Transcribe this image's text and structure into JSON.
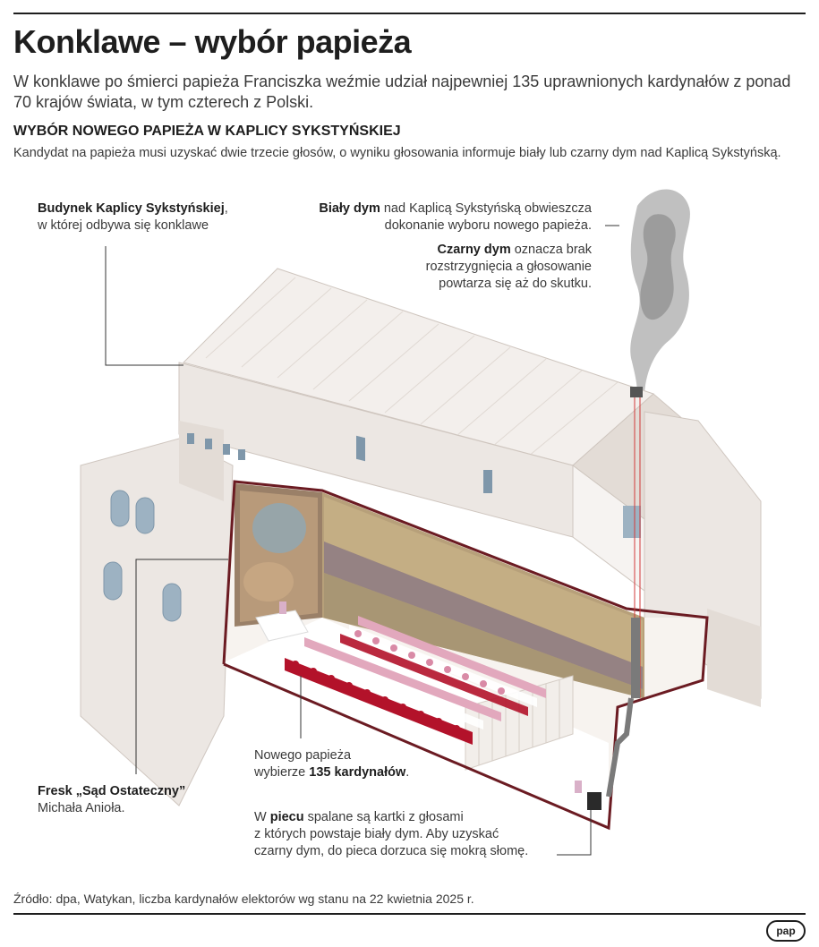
{
  "header": {
    "title": "Konklawe – wybór papieża",
    "lead": "W konklawe po śmierci papieża Franciszka weźmie udział najpewniej 135 uprawnionych kardynałów z ponad 70 krajów świata, w tym czterech z Polski."
  },
  "section": {
    "heading": "WYBÓR NOWEGO PAPIEŻA W KAPLICY SYKSTYŃSKIEJ",
    "text": "Kandydat na papieża musi uzyskać dwie trzecie głosów, o wyniku głosowania informuje biały lub czarny dym nad Kaplicą Sykstyńską."
  },
  "annotations": {
    "building": {
      "bold": "Budynek Kaplicy Sykstyńskiej",
      "line1_rest": ",",
      "line2": "w której odbywa się konklawe"
    },
    "white_smoke": {
      "bold": "Biały dym",
      "line1_rest": " nad Kaplicą Sykstyńską obwieszcza",
      "line2": "dokonanie wyboru nowego papieża."
    },
    "black_smoke": {
      "bold": "Czarny dym",
      "line1_rest": " oznacza brak",
      "line2": "rozstrzygnięcia a głosowanie",
      "line3": "powtarza się aż do skutku."
    },
    "fresco": {
      "bold": "Fresk „Sąd Ostateczny”",
      "line2": "Michała Anioła."
    },
    "cardinals": {
      "line1": "Nowego papieża",
      "line2_pre": "wybierze ",
      "bold": "135 kardynałów",
      "line2_post": "."
    },
    "stove": {
      "line1_pre": "W ",
      "bold": "piecu",
      "line1_post": " spalane są kartki z głosami",
      "line2": "z których powstaje biały dym. Aby uzyskać",
      "line3": "czarny dym, do pieca dorzuca się mokrą słomę."
    }
  },
  "footer": {
    "source": "Źródło: dpa, Watykan, liczba kardynałów elektorów wg stanu na 22 kwietnia 2025 r.",
    "logo_text": "pap"
  },
  "colors": {
    "text_dark": "#1e1e1e",
    "text_body": "#3a3a3a",
    "building_wall": "#ece7e3",
    "building_shadow": "#d9d2cc",
    "cutaway_edge": "#6b1b22",
    "cardinal_red": "#b3122a",
    "smoke": "#b5b5b5",
    "chimney_pipe": "#d23a3a"
  }
}
